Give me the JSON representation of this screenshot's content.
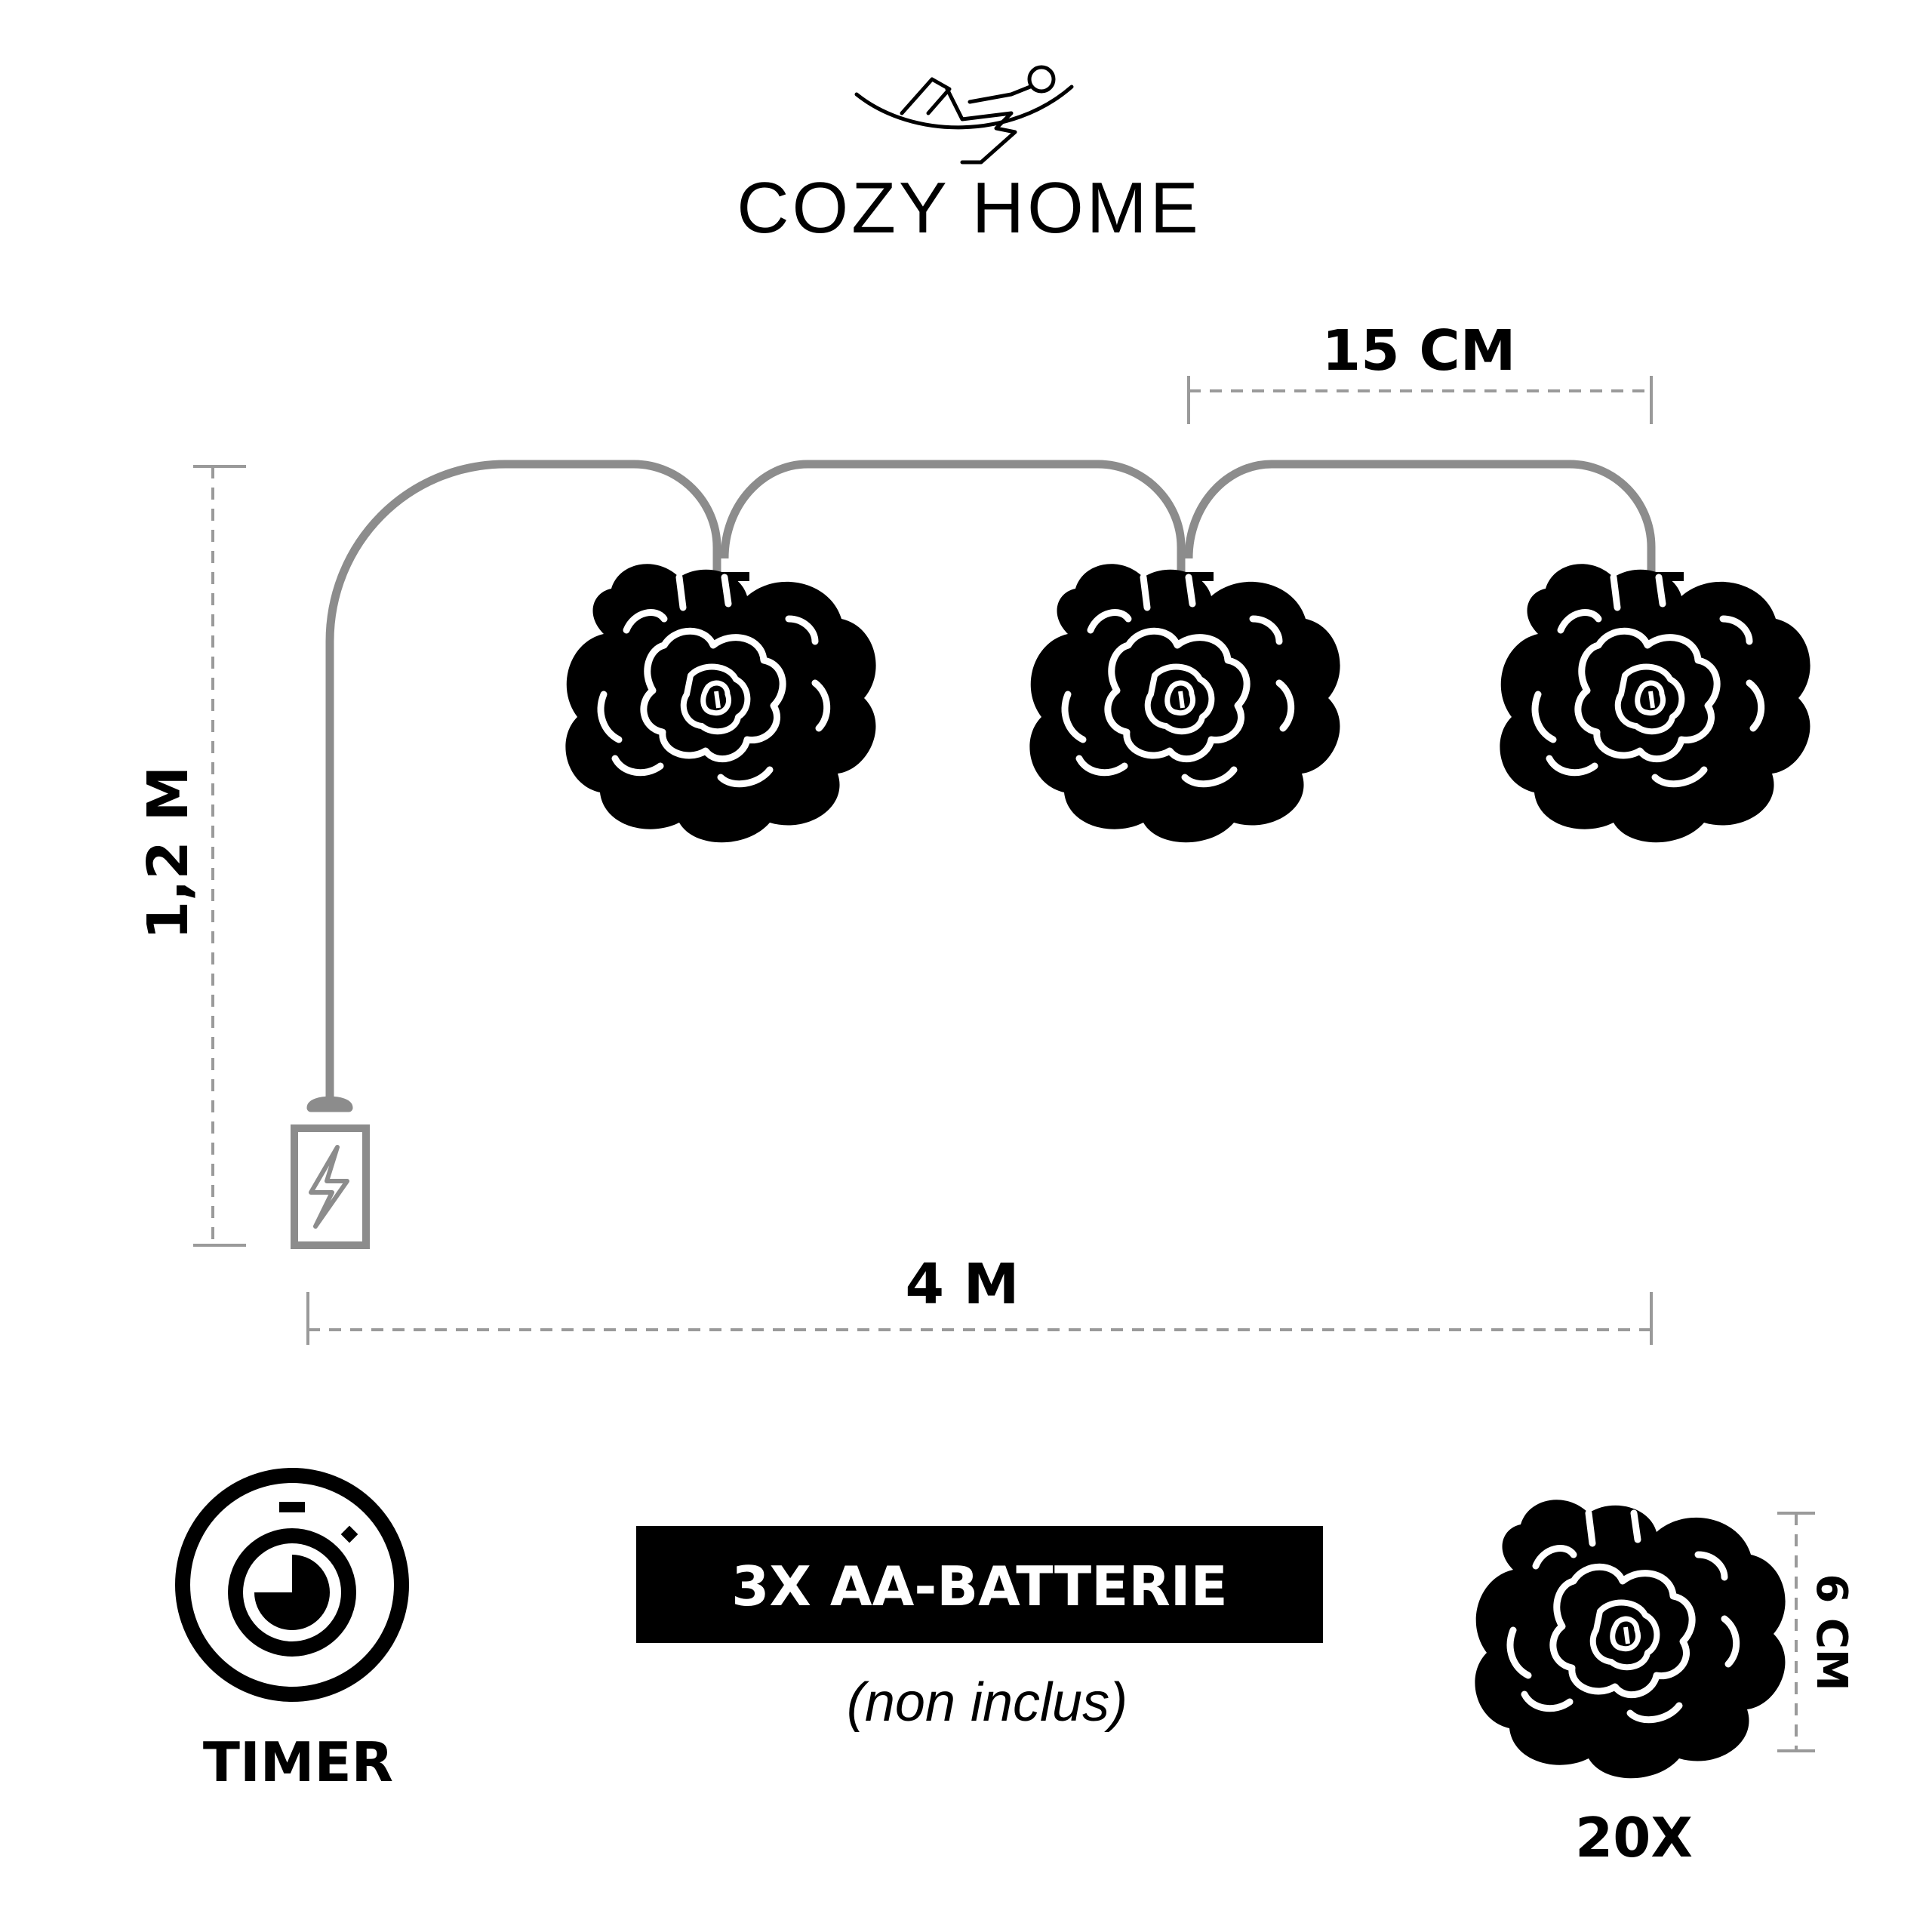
{
  "brand": {
    "name": "COZY HOME",
    "logo_icon": "reclining-person-hammock-icon"
  },
  "dimensions": {
    "spacing": "15 CM",
    "height": "1,2 M",
    "length": "4 M",
    "flower_size": "6 CM"
  },
  "features": {
    "timer_label": "TIMER",
    "battery_label": "3X AA-BATTERIE",
    "battery_note": "(non inclus)",
    "quantity": "20X"
  },
  "icons": {
    "battery_box": "battery-box-icon",
    "lightning": "lightning-icon",
    "timer": "timer-icon",
    "flower": "rose-flower-icon"
  },
  "colors": {
    "cable": "#8c8c8c",
    "ink": "#000000",
    "dash": "#9a9a9a",
    "background": "#ffffff"
  }
}
